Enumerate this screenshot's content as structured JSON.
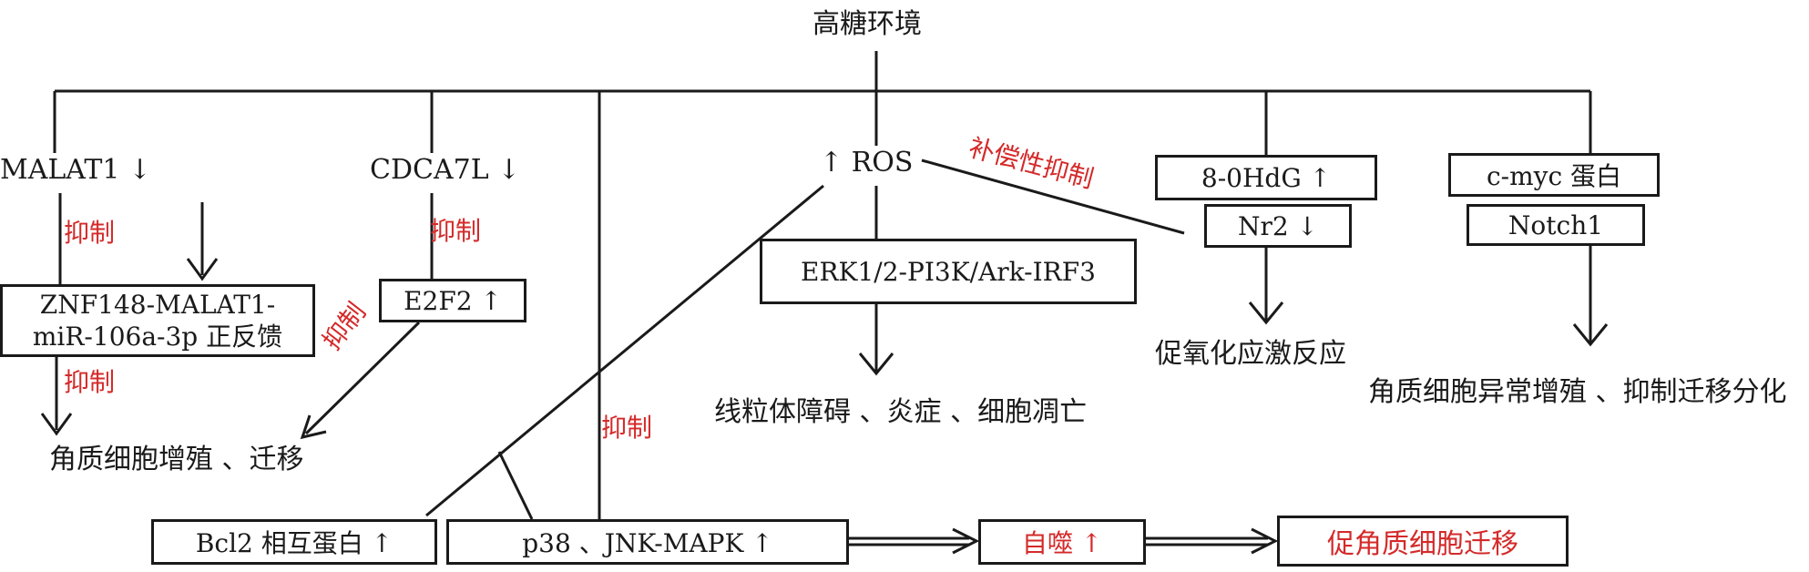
{
  "nodes": {
    "root": "高糖环境",
    "malat1": "MALAT1 ↓",
    "cdca7l": "CDCA7L ↓",
    "ros": "↑ ROS",
    "ohdg": "8-0HdG ↑",
    "cmyc": "c-myc 蛋白",
    "nr2": "Nr2 ↓",
    "notch1": "Notch1",
    "erk": "ERK1/2-PI3K/Ark-IRF3",
    "e2f2": "E2F2 ↑",
    "znf_line1": "ZNF148-MALAT1-",
    "znf_line2": "miR-106a-3p 正反馈",
    "bcl2": "Bcl2 相互蛋白 ↑",
    "p38": "p38 、JNK-MAPK ↑",
    "autophagy": "自噬 ↑",
    "promote_migration": "促角质细胞迁移"
  },
  "outcomes": {
    "proliferation_migration": "角质细胞增殖 、迁移",
    "mito": "线粒体障碍 、炎症 、细胞凋亡",
    "oxidative": "促氧化应激反应",
    "abnormal": "角质细胞异常增殖 、抑制迁移分化"
  },
  "edge_labels": {
    "inhibit_malat1": "抑制",
    "inhibit_cdca7l": "抑制",
    "inhibit_znf": "抑制",
    "inhibit_e2f2": "抑制",
    "inhibit_p38": "抑制",
    "compensatory": "补偿性抑制"
  },
  "colors": {
    "text": "#1a1a1a",
    "highlight": "#d42a2a",
    "background": "#ffffff"
  }
}
